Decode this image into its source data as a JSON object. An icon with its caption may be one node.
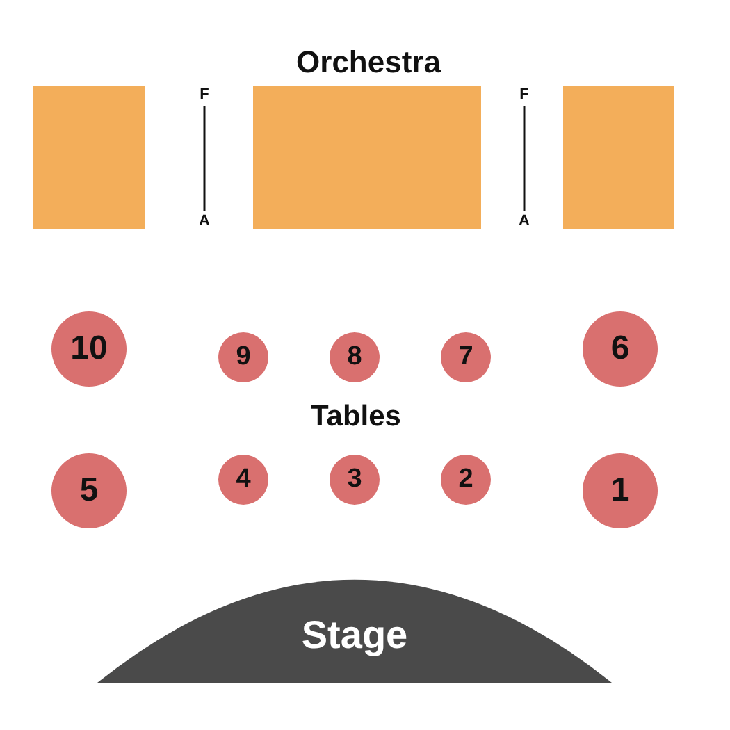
{
  "diagram": {
    "nodes": [
      {
        "text": [],
        "shape": "box"
      },
      {
        "text": [],
        "shape": "box"
      },
      {
        "text": [],
        "shape": "box"
      },
      {
        "text": [
          "10"
        ]
      },
      {
        "text": [
          "9"
        ]
      },
      {
        "text": [
          "8"
        ]
      },
      {
        "text": [
          "7"
        ]
      },
      {
        "text": [
          "6"
        ]
      },
      {
        "text": [
          "5"
        ]
      },
      {
        "text": [
          "4"
        ]
      },
      {
        "text": [
          "3"
        ]
      },
      {
        "text": [
          "2"
        ]
      },
      {
        "text": [
          "1"
        ]
      },
      {
        "text": [
          "Stage"
        ]
      }
    ],
    "labels": [
      "Orchestra",
      "F",
      "F",
      "A",
      "A",
      "Tables"
    ]
  }
}
